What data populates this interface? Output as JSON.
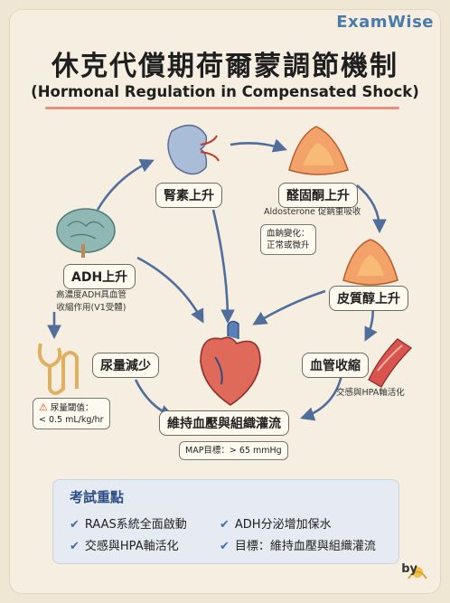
{
  "brand": "ExamWise",
  "title": "休克代償期荷爾蒙調節機制",
  "subtitle": "(Hormonal Regulation in Compensated Shock)",
  "nodes": {
    "renin": {
      "label": "腎素上升",
      "icon": "kidney-icon"
    },
    "aldosterone": {
      "label": "醛固酮上升",
      "note": "Aldosterone 促鈉重吸收",
      "box": "血鈉變化：\n正常或微升",
      "icon": "adrenal-gland-icon"
    },
    "adh": {
      "label": "ADH上升",
      "note": "高濃度ADH具血管\n收縮作用(V1受體)",
      "icon": "brain-icon"
    },
    "cortisol": {
      "label": "皮質醇上升",
      "icon": "adrenal-gland-icon"
    },
    "urine": {
      "label": "尿量減少",
      "box": "尿量閾值：\n< 0.5 mL/kg/hr",
      "icon": "nephron-icon"
    },
    "vasoconstriction": {
      "label": "血管收縮",
      "note": "交感與HPA軸活化",
      "icon": "blood-vessel-icon"
    },
    "perfusion": {
      "label": "維持血壓與組織灌流",
      "box": "MAP目標：> 65 mmHg",
      "icon": "heart-icon"
    }
  },
  "key_points": {
    "title": "考試重點",
    "items": [
      "RAAS系統全面啟動",
      "ADH分泌增加保水",
      "交感與HPA軸活化",
      "目標：維持血壓與組織灌流"
    ]
  },
  "byline": "by"
}
